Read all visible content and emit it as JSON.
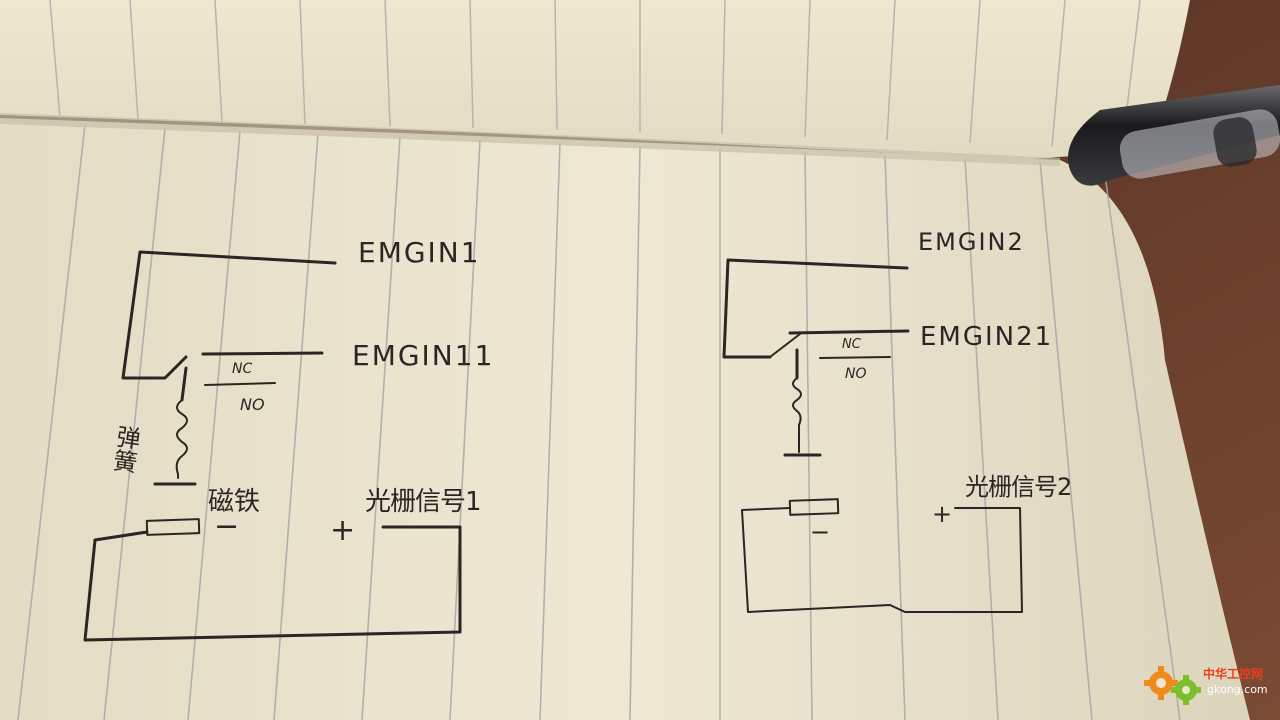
{
  "sketch": {
    "left_circuit": {
      "top_label": "EMGIN1",
      "relay_label": "EMGIN11",
      "nc_label": "NC",
      "no_label": "NO",
      "spring_label": "弹簧",
      "magnet_label": "磁铁",
      "minus_sign": "−",
      "plus_sign": "+",
      "signal_label": "光栅信号1"
    },
    "right_circuit": {
      "top_label": "EMGIN2",
      "relay_label": "EMGIN21",
      "nc_label": "NC",
      "no_label": "NO",
      "minus_sign": "−",
      "plus_sign": "+",
      "signal_label": "光栅信号2"
    }
  },
  "watermark": {
    "cn_text": "中华工控网",
    "url_text": "gkong.com"
  },
  "colors": {
    "paper": "#ece6d0",
    "ink": "#2a2624",
    "rule_line": "#a9a6a8",
    "desk": "#6a4030",
    "watermark_orange": "#f08a1c",
    "watermark_green": "#7bbf2a"
  }
}
